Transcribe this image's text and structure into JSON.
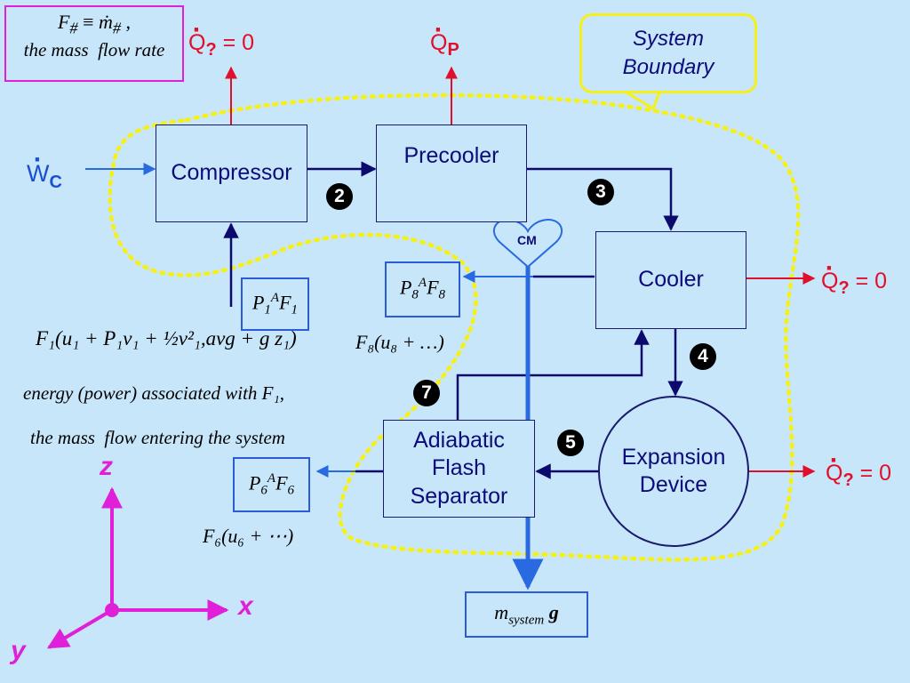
{
  "legend": {
    "line1_F": "F",
    "line1_sub": "#",
    "line1_equiv": "≡",
    "line1_mdot": "ṁ",
    "line1_sub2": "#",
    "line1_comma": ",",
    "line2": "the mass  flow rate"
  },
  "boundary_callout": {
    "line1": "System",
    "line2": "Boundary"
  },
  "components": {
    "compressor": "Compressor",
    "precooler": "Precooler",
    "cooler": "Cooler",
    "separator_line1": "Adiabatic",
    "separator_line2": "Flash",
    "separator_line3": "Separator",
    "expansion_line1": "Expansion",
    "expansion_line2": "Device"
  },
  "badges": {
    "b2": "2",
    "b3": "3",
    "b4": "4",
    "b5": "5",
    "b7": "7"
  },
  "cm_label": "CM",
  "heat": {
    "q_symbol": "Q",
    "compressor_sub": "?",
    "compressor_value": "= 0",
    "precooler_sub": "P",
    "cooler_sub": "?",
    "cooler_value": "= 0",
    "expansion_sub": "?",
    "expansion_value": "= 0"
  },
  "work": {
    "symbol": "W",
    "sub": "C"
  },
  "pressure_boxes": {
    "p1": {
      "P": "P",
      "sub1": "1",
      "A": "A",
      "F": "F",
      "sub2": "1"
    },
    "p8": {
      "P": "P",
      "sub1": "8",
      "A": "A",
      "F": "F",
      "sub2": "8"
    },
    "p6": {
      "P": "P",
      "sub1": "6",
      "A": "A",
      "F": "F",
      "sub2": "6"
    }
  },
  "mass_box": {
    "m": "m",
    "sub": "system",
    "g": "g"
  },
  "equations": {
    "energy_f1": "F₁(u₁ + P₁v₁ + ½v²₁,avg + g z₁)",
    "energy_f8": "F₈(u₈ + …)",
    "energy_f6": "F₆(u₆ + ⋯)",
    "desc_line1": "energy (power) associated with F₁,",
    "desc_line2": "the mass  flow entering the system"
  },
  "axes": {
    "z": "z",
    "x": "x",
    "y": "y"
  },
  "colors": {
    "background": "#c8e6fa",
    "heat_red": "#e0102a",
    "stream_navy": "#0b0b6e",
    "stream_blue": "#2a6ae0",
    "boundary_yellow": "#f5f01a",
    "legend_border": "#e020d8",
    "axes_magenta": "#e020d8"
  }
}
